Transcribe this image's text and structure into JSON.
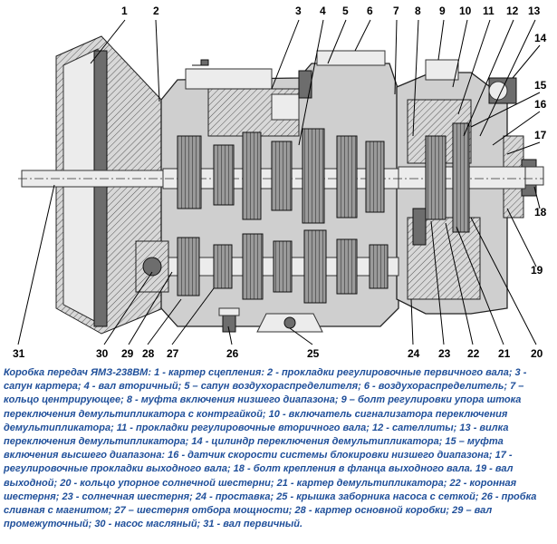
{
  "callouts": [
    {
      "id": "1",
      "label": "1"
    },
    {
      "id": "2",
      "label": "2"
    },
    {
      "id": "3",
      "label": "3"
    },
    {
      "id": "4",
      "label": "4"
    },
    {
      "id": "5",
      "label": "5"
    },
    {
      "id": "6",
      "label": "6"
    },
    {
      "id": "7",
      "label": "7"
    },
    {
      "id": "8",
      "label": "8"
    },
    {
      "id": "9",
      "label": "9"
    },
    {
      "id": "10",
      "label": "10"
    },
    {
      "id": "11",
      "label": "11"
    },
    {
      "id": "12",
      "label": "12"
    },
    {
      "id": "13",
      "label": "13"
    },
    {
      "id": "14",
      "label": "14"
    },
    {
      "id": "15",
      "label": "15"
    },
    {
      "id": "16",
      "label": "16"
    },
    {
      "id": "17",
      "label": "17"
    },
    {
      "id": "18",
      "label": "18"
    },
    {
      "id": "19",
      "label": "19"
    },
    {
      "id": "20",
      "label": "20"
    },
    {
      "id": "21",
      "label": "21"
    },
    {
      "id": "22",
      "label": "22"
    },
    {
      "id": "23",
      "label": "23"
    },
    {
      "id": "24",
      "label": "24"
    },
    {
      "id": "25",
      "label": "25"
    },
    {
      "id": "26",
      "label": "26"
    },
    {
      "id": "27",
      "label": "27"
    },
    {
      "id": "28",
      "label": "28"
    },
    {
      "id": "29",
      "label": "29"
    },
    {
      "id": "30",
      "label": "30"
    },
    {
      "id": "31",
      "label": "31"
    }
  ],
  "caption": "Коробка передач ЯМЗ-238ВМ: 1 - картер сцепления: 2 - прокладки регулировочные первичного вала; 3 - сапун картера; 4 - вал вторичный; 5 – сапун воздухораспределителя; 6 - воздухораспределитель; 7 – кольцо центрирующее; 8 - муфта включения низшего диапазона; 9 – болт регулировки упора штока переключения демультипликатора с контргайкой; 10 - включатель сигнализатора переключения демультипликатора; 11 - прокладки регулировочные вторичного вала; 12 - сателлиты; 13 - вилка переключения демультипликатора; 14 - цилиндр переключения демультипликатора; 15 – муфта включения высшего диапазона: 16 - датчик скорости системы блокировки низшего диапазона; 17 - регулировочные прокладки выходного вала; 18 - болт крепления в фланца выходного вала. 19 - вал выходной; 20 - кольцо упорное солнечной шестерни; 21 - картер демультипликатора; 22 - коронная шестерня; 23 - солнечная шестерня; 24 - проставка; 25 - крышка заборника насоса с сеткой; 26 - пробка сливная с магнитом; 27 – шестерня отбора мощности; 28 - картер основной коробки; 29 – вал промежуточный; 30 - насос масляный; 31 - вал первичный."
}
